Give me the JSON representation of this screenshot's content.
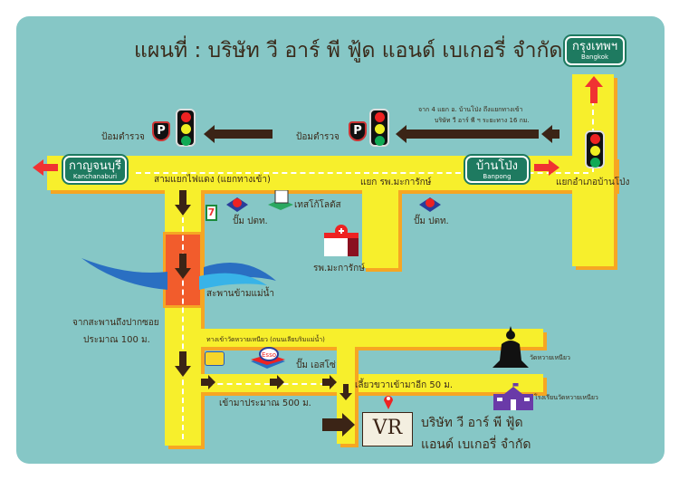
{
  "title": "แผนที่ : บริษัท วี อาร์ พี ฟู้ด แอนด์ เบเกอรี่ จำกัด",
  "signs": {
    "bangkok": {
      "th": "กรุงเทพฯ",
      "en": "Bangkok"
    },
    "kanchanaburi": {
      "th": "กาญจนบุรี",
      "en": "Kanchanaburi"
    },
    "banpong": {
      "th": "บ้านโป่ง",
      "en": "Banpong"
    }
  },
  "labels": {
    "police_box_1": "ป้อมตำรวจ",
    "police_box_2": "ป้อมตำรวจ",
    "distance_note_1": "จาก 4 แยก อ. บ้านโป่ง ถึงแยกทางเข้า",
    "distance_note_2": "บริษัท วี อาร์ พี ฯ ระยะทาง 16 กม.",
    "junction_left": "สามแยกไฟแดง (แยกทางเข้า)",
    "junction_hospital": "แยก รพ.มะการักษ์",
    "junction_banpong": "แยกอำเภอบ้านโป่ง",
    "ptt_1": "ปั๊ม ปตท.",
    "ptt_2": "ปั๊ม ปตท.",
    "tesco": "เทสโก้โลตัส",
    "hospital": "รพ.มะการักษ์",
    "bridge": "สะพานข้ามแม่น้ำ",
    "bridge_distance_1": "จากสะพานถึงปากซอย",
    "bridge_distance_2": "ประมาณ 100 ม.",
    "temple_road": "ทางเข้าวัดหวายเหนียว (ถนนเลียบริมแม่น้ำ)",
    "temple": "วัดหวายเหนียว",
    "esso": "ปั๊ม เอสโซ่",
    "turn_right": "เลี้ยวขวาเข้ามาอีก 50 ม.",
    "approx_500": "เข้ามาประมาณ 500 ม.",
    "school": "โรงเรียนวัดหวายเหนียว",
    "company_1": "บริษัท วี อาร์ พี ฟู้ด",
    "company_2": "แอนด์ เบเกอรี่ จำกัด"
  },
  "icons": {
    "parking": "P",
    "seven_eleven": "7",
    "esso": "Esso",
    "logo": "VR"
  },
  "colors": {
    "background": "#86c7c6",
    "road": "#f7ef2c",
    "road_edge": "#f6a623",
    "sign": "#1e7a60",
    "arrow": "#3b2416",
    "red_arrow": "#f03232",
    "bridge": "#f25c2c"
  }
}
